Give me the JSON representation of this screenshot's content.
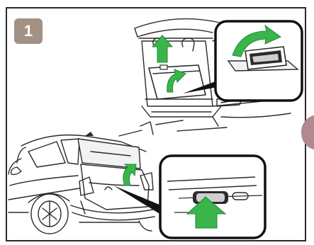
{
  "step": {
    "number": "1"
  },
  "colors": {
    "badge": "#a39184",
    "arrow": "#39b54a",
    "arrow_dark": "#1d8a33",
    "line": "#2b2b2b",
    "tab": "#b08a8f"
  },
  "icons": {
    "top_scene": "open-trunk-deck-board-lift",
    "top_callout": "handle-flip-up-arrow",
    "bottom_scene": "car-rear-liftgate-open",
    "bottom_callout": "opener-switch-push-arrow"
  }
}
